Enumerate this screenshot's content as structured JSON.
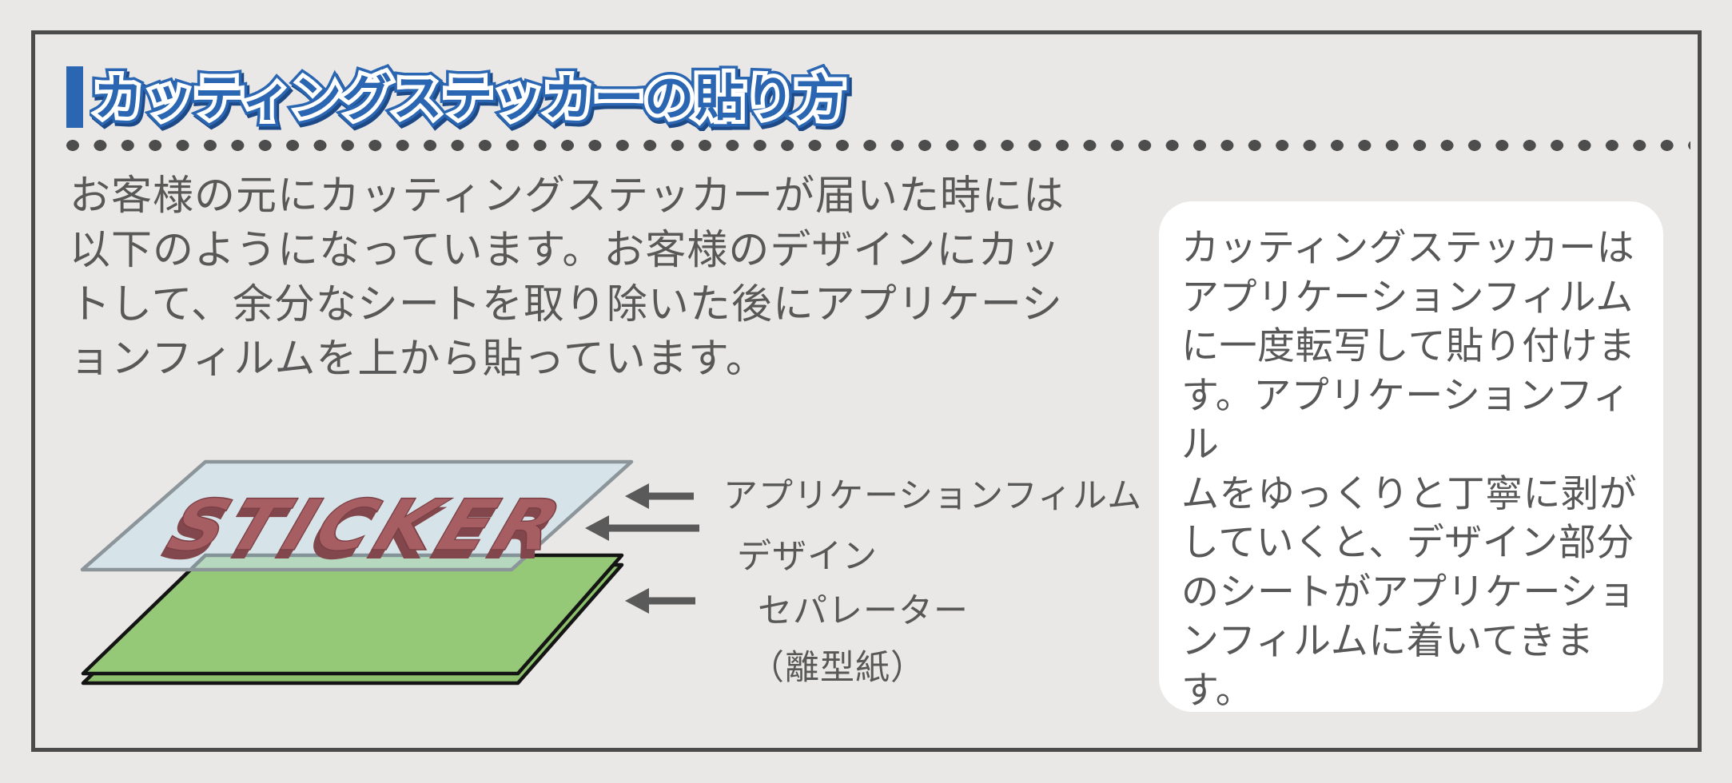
{
  "title": {
    "text": "カッティングステッカーの貼り方"
  },
  "intro": {
    "text": "お客様の元にカッティングステッカーが届いた時には\n以下のようになっています。お客様のデザインにカッ\nトして、余分なシートを取り除いた後にアプリケーシ\nョンフィルムを上から貼っています。"
  },
  "note_box": {
    "text": "カッティングステッカーは\nアプリケーションフィルム\nに一度転写して貼り付けま\nす。アプリケーションフィル\nムをゆっくりと丁寧に剥が\nしていくと、デザイン部分\nのシートがアプリケーショ\nンフィルムに着いてきま\nす。"
  },
  "diagram": {
    "sticker_text": "STICKER",
    "labels": {
      "application_film": "アプリケーションフィルム",
      "design": "デザイン",
      "separator": "セパレーター",
      "release_paper": "（離型紙）"
    },
    "colors": {
      "film_fill": "#c9e2ea",
      "film_stroke": "#8b959a",
      "separator_top": "#95c877",
      "separator_side": "#8cc06c",
      "separator_outline": "#141414",
      "sticker_face": "#a75e63",
      "sticker_side": "#82474c",
      "arrow": "#5a5a5a"
    }
  },
  "colors": {
    "background": "#e9e8e6",
    "frame_border": "#4b4b4b",
    "accent_blue": "#2b66b2",
    "title_shadow_blue": "#1d4a87",
    "text_gray": "#585858",
    "dot_gray": "#4d4d4d",
    "note_box_bg": "#ffffff"
  }
}
